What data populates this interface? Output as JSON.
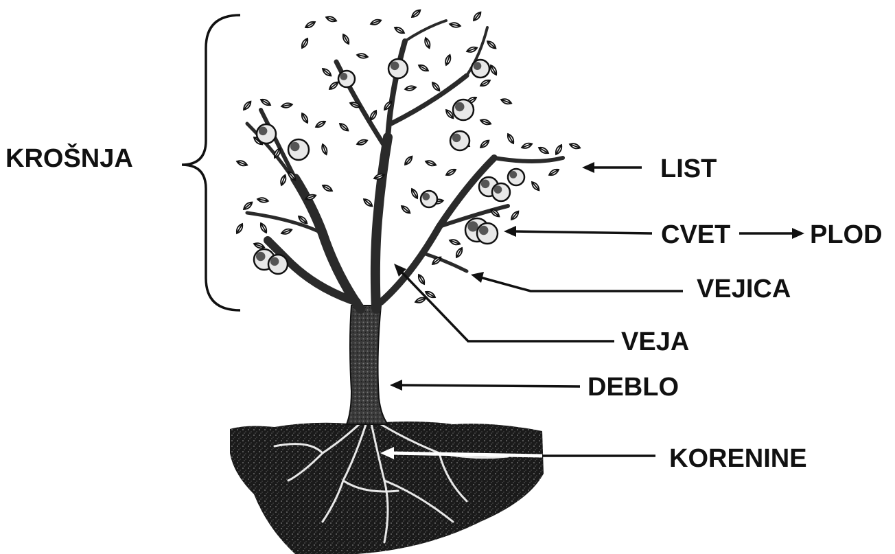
{
  "labels": {
    "krosnja": "KROŠNJA",
    "list": "LIST",
    "cvet": "CVET",
    "plod": "PLOD",
    "vejica": "VEJICA",
    "veja": "VEJA",
    "deblo": "DEBLO",
    "korenine": "KORENINE"
  },
  "colors": {
    "ink": "#111111",
    "soil": "#1c1c1c",
    "bark": "#2a2a2a",
    "leaf": "#ffffff",
    "background": "#ffffff"
  }
}
